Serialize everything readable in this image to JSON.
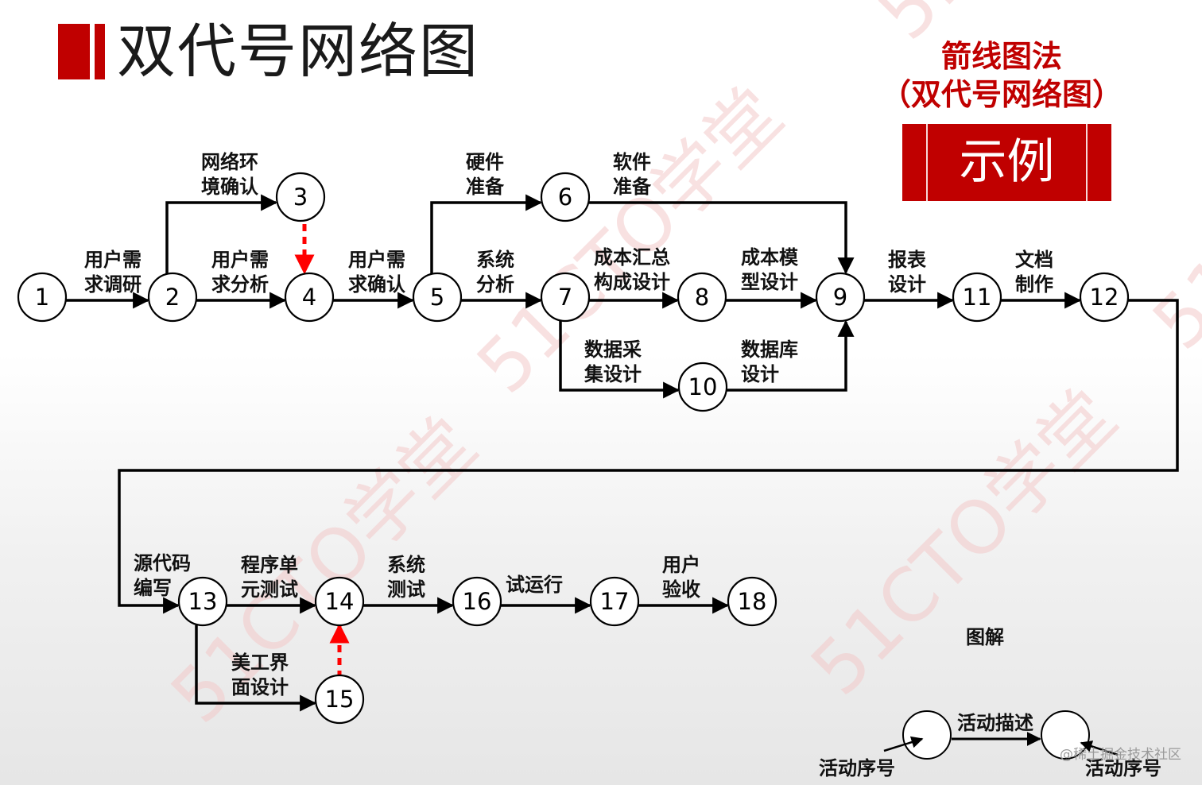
{
  "title": "双代号网络图",
  "method": {
    "line1": "箭线图法",
    "line2": "（双代号网络图）"
  },
  "example_label": "示例",
  "nodes": [
    {
      "id": "1",
      "label": "1"
    },
    {
      "id": "2",
      "label": "2"
    },
    {
      "id": "3",
      "label": "3"
    },
    {
      "id": "4",
      "label": "4"
    },
    {
      "id": "5",
      "label": "5"
    },
    {
      "id": "6",
      "label": "6"
    },
    {
      "id": "7",
      "label": "7"
    },
    {
      "id": "8",
      "label": "8"
    },
    {
      "id": "9",
      "label": "9"
    },
    {
      "id": "10",
      "label": "10"
    },
    {
      "id": "11",
      "label": "11"
    },
    {
      "id": "12",
      "label": "12"
    },
    {
      "id": "13",
      "label": "13"
    },
    {
      "id": "14",
      "label": "14"
    },
    {
      "id": "15",
      "label": "15"
    },
    {
      "id": "16",
      "label": "16"
    },
    {
      "id": "17",
      "label": "17"
    },
    {
      "id": "18",
      "label": "18"
    }
  ],
  "activities": [
    {
      "from": "1",
      "to": "2",
      "lines": [
        "用户需",
        "求调研"
      ]
    },
    {
      "from": "2",
      "to": "3",
      "lines": [
        "网络环",
        "境确认"
      ]
    },
    {
      "from": "2",
      "to": "4",
      "lines": [
        "用户需",
        "求分析"
      ]
    },
    {
      "from": "4",
      "to": "5",
      "lines": [
        "用户需",
        "求确认"
      ]
    },
    {
      "from": "5",
      "to": "6",
      "lines": [
        "硬件",
        "准备"
      ]
    },
    {
      "from": "6",
      "to": "9",
      "lines": [
        "软件",
        "准备"
      ]
    },
    {
      "from": "5",
      "to": "7",
      "lines": [
        "系统",
        "分析"
      ]
    },
    {
      "from": "7",
      "to": "8",
      "lines": [
        "成本汇总",
        "构成设计"
      ]
    },
    {
      "from": "8",
      "to": "9",
      "lines": [
        "成本模",
        "型设计"
      ]
    },
    {
      "from": "7",
      "to": "10",
      "lines": [
        "数据采",
        "集设计"
      ]
    },
    {
      "from": "10",
      "to": "9",
      "lines": [
        "数据库",
        "设计"
      ]
    },
    {
      "from": "9",
      "to": "11",
      "lines": [
        "报表",
        "设计"
      ]
    },
    {
      "from": "11",
      "to": "12",
      "lines": [
        "文档",
        "制作"
      ]
    },
    {
      "from": "12",
      "to": "13",
      "lines": [
        "源代码",
        "编写"
      ]
    },
    {
      "from": "13",
      "to": "14",
      "lines": [
        "程序单",
        "元测试"
      ]
    },
    {
      "from": "13",
      "to": "15",
      "lines": [
        "美工界",
        "面设计"
      ]
    },
    {
      "from": "14",
      "to": "16",
      "lines": [
        "系统",
        "测试"
      ]
    },
    {
      "from": "16",
      "to": "17",
      "lines": [
        "试运行"
      ]
    },
    {
      "from": "17",
      "to": "18",
      "lines": [
        "用户",
        "验收"
      ]
    }
  ],
  "dummy_activities": [
    {
      "from": "3",
      "to": "4"
    },
    {
      "from": "15",
      "to": "14"
    }
  ],
  "legend": {
    "title": "图解",
    "activity_label": "活动描述",
    "node_label_left": "活动序号",
    "node_label_right": "活动序号"
  },
  "watermark": "51CTO学堂",
  "credit": "@稀土掘金技术社区",
  "colors": {
    "accent": "#c00000",
    "line": "#000000",
    "dummy": "#ff0000",
    "watermark": "#f3c9c9"
  }
}
